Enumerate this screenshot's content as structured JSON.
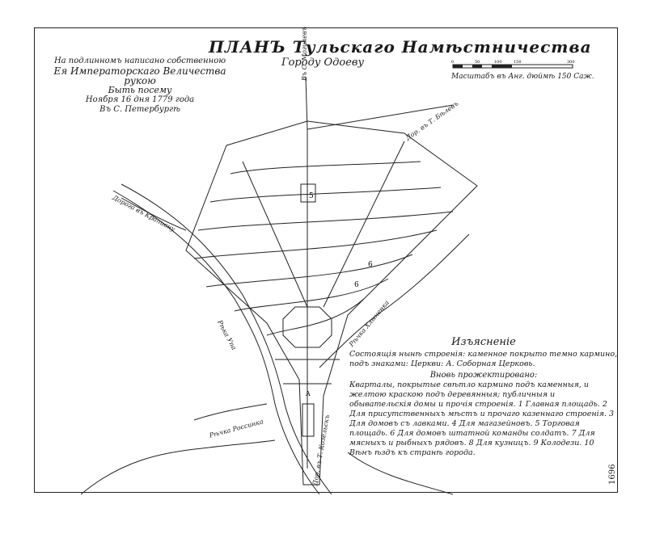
{
  "title": "ПЛАНЪ Тульскаго Намѣстничества",
  "subtitle": "Городу Одоеву",
  "approval": [
    "На подлинномъ написано собственною",
    "Ея Императорскаго Величества рукою",
    "Быть посему",
    "Ноября 16 дня 1779 года",
    "Въ С. Петербургѣ"
  ],
  "scale": {
    "label": "Масштабъ въ Анг. дюймѣ 150 Саж.",
    "ticks": [
      "0",
      "50",
      "100",
      "150",
      "300"
    ]
  },
  "map_labels": {
    "river_north": "Въ С. Могилевъ",
    "road_east": "Дор. въ Т. Бѣлевъ",
    "road_west": "Дорога въ Крапивну",
    "river_khlamenka": "Рѣчка Хлыненка",
    "river_upa": "Рѣка Упа",
    "river_rossinka": "Рѣчка Россинка",
    "road_south": "Дор. въ Т. Козельскъ",
    "block_5": "5",
    "block_6a": "6",
    "block_6b": "6",
    "marker_a": "A"
  },
  "legend": {
    "heading": "Изъясненіе",
    "existing": "Состоящія нынѣ строенія: каменное покрыто темно кармино, подъ знаками: Церкви: А. Соборная Церковь.",
    "projected_heading": "Вновь прожектировано:",
    "projected": "Кварталы, покрытые свѣтло кармино подъ каменныя, и желтою краскою подъ деревянныя; публичныя и обывательскія домы и прочія строенія. 1 Главная площадь. 2 Для присутственныхъ мѣстъ и прочаго казеннаго строенія. 3 Для домовъ съ лавками. 4 Для магазейновъ. 5 Торговая площадь. 6 Для домовъ штатной команды солдатъ. 7 Для мясныхъ и рыбныхъ рядовъ. 8 Для кузницъ. 9 Колодези. 10 Вѣнъ ѣздъ къ странѣ города."
  },
  "sheet_number": "1696",
  "colors": {
    "ink": "#1a1a1a",
    "paper": "#ffffff"
  }
}
